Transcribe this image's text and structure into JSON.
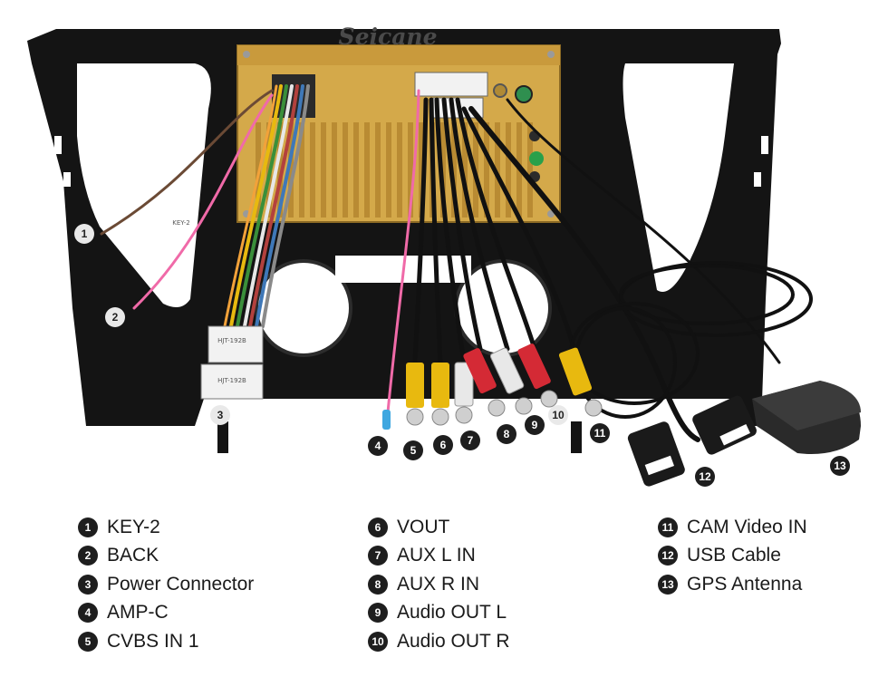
{
  "brand": "Seicane",
  "sticker_text": {
    "label_a": "KEY-2",
    "label_b": "HJT-192B",
    "label_c": "HJT-192B"
  },
  "markers": [
    "1",
    "2",
    "3",
    "4",
    "5",
    "6",
    "7",
    "8",
    "9",
    "10",
    "11",
    "12",
    "13"
  ],
  "legend": [
    [
      {
        "num": "1",
        "label": "KEY-2"
      },
      {
        "num": "2",
        "label": "BACK"
      },
      {
        "num": "3",
        "label": "Power Connector"
      },
      {
        "num": "4",
        "label": "AMP-C"
      },
      {
        "num": "5",
        "label": "CVBS IN 1"
      }
    ],
    [
      {
        "num": "6",
        "label": "VOUT"
      },
      {
        "num": "7",
        "label": "AUX L IN"
      },
      {
        "num": "8",
        "label": "AUX R IN"
      },
      {
        "num": "9",
        "label": "Audio OUT L"
      },
      {
        "num": "10",
        "label": "Audio OUT R"
      }
    ],
    [
      {
        "num": "11",
        "label": "CAM Video IN"
      },
      {
        "num": "12",
        "label": "USB Cable"
      },
      {
        "num": "13",
        "label": "GPS Antenna"
      }
    ]
  ],
  "colors": {
    "frame": "#141414",
    "chassis": "#d4a94a",
    "fin": "#b98b33",
    "rca_yellow": "#e8b90f",
    "rca_red": "#d42a35",
    "rca_white": "#e8e8e8",
    "wire_pink": "#f06aa8",
    "wire_brown": "#6b4a35",
    "cable_black": "#111111",
    "gps": "#2a2a2a"
  }
}
